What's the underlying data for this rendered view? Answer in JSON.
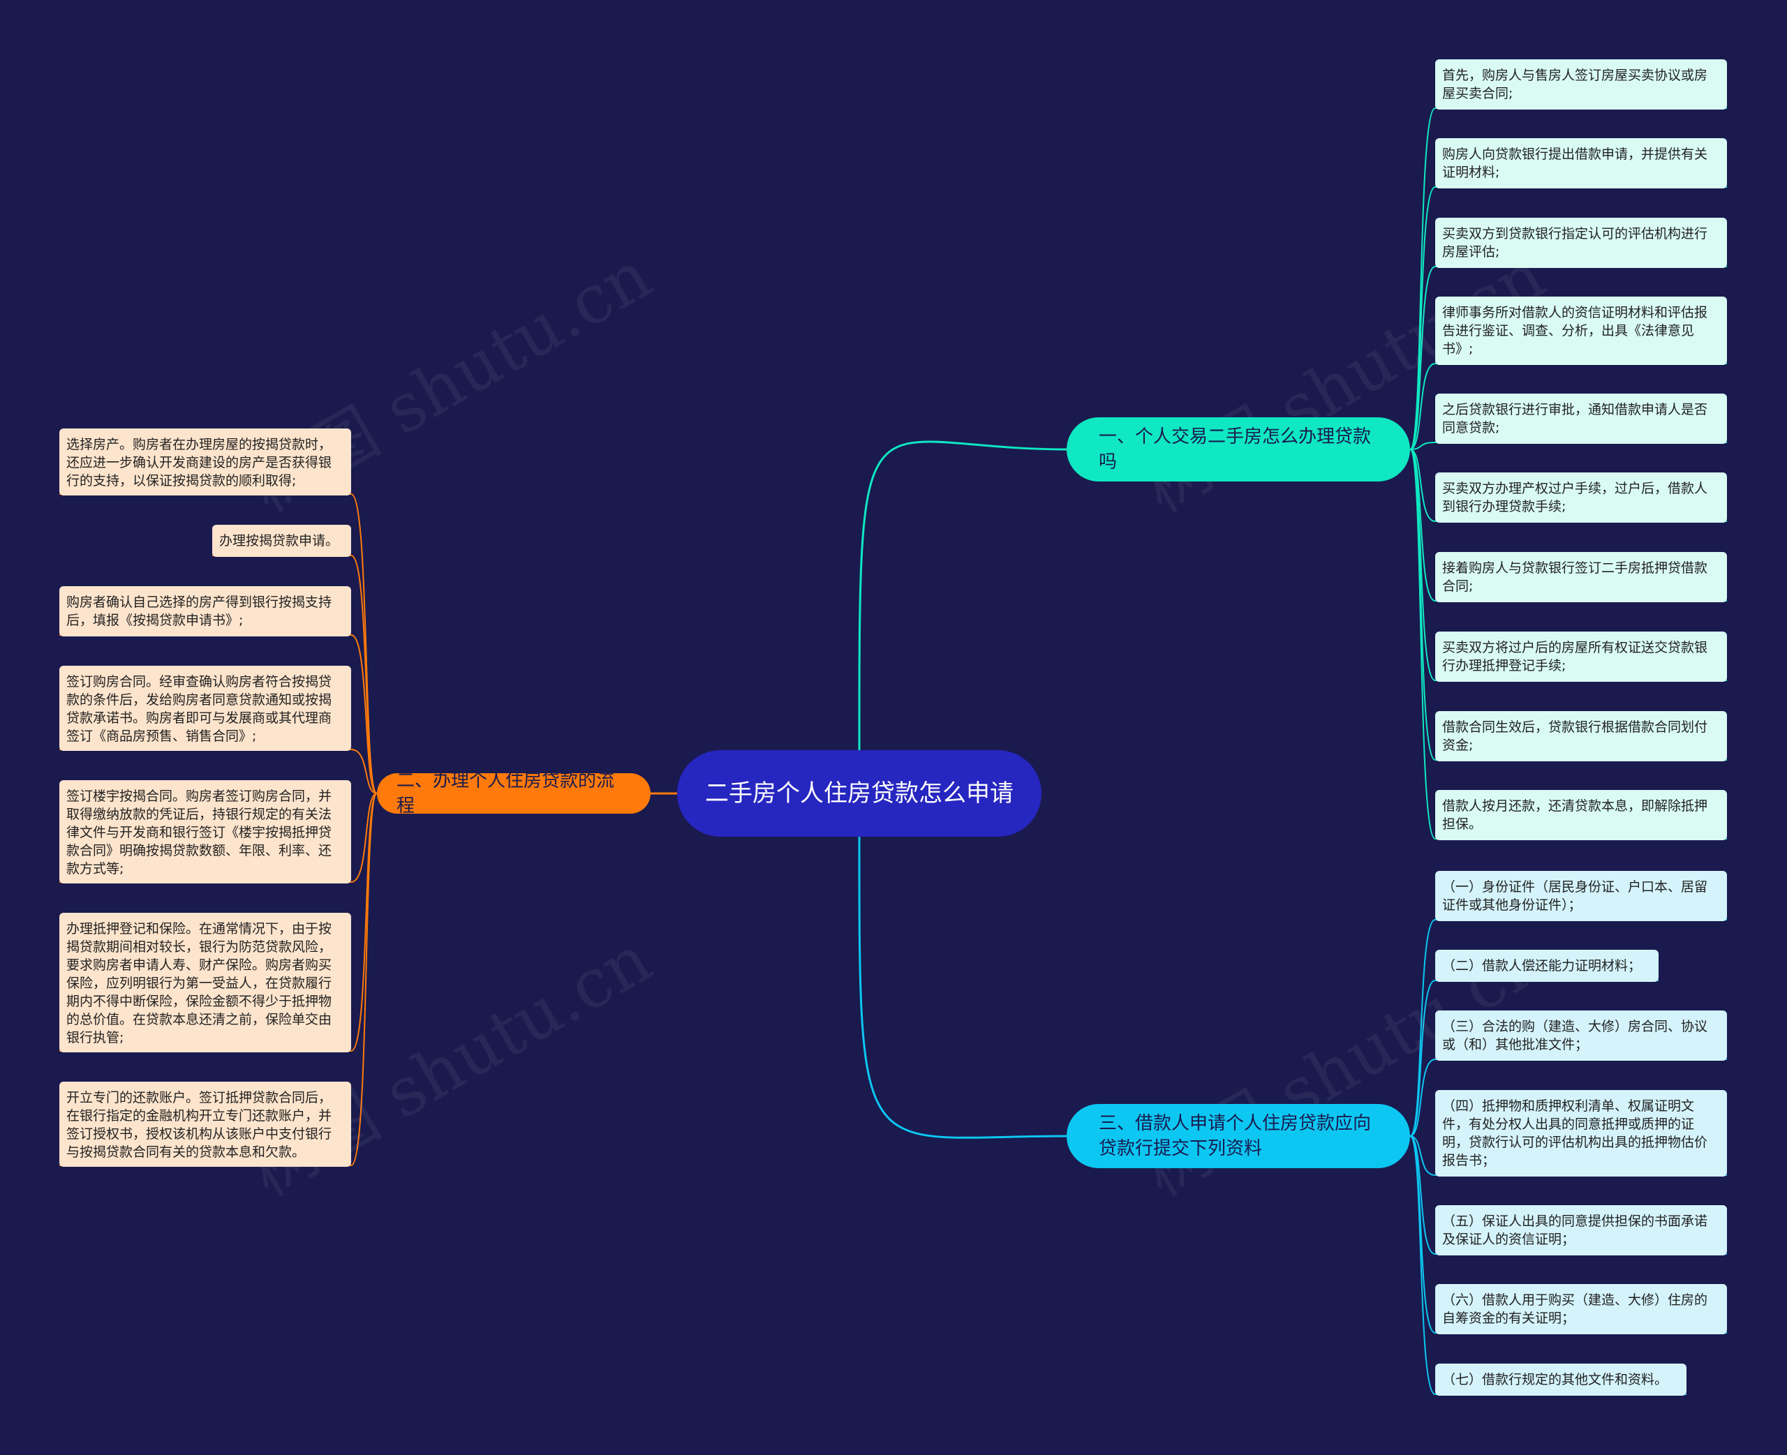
{
  "root": {
    "label": "二手房个人住房贷款怎么申请"
  },
  "branches": [
    {
      "label": "一、个人交易二手房怎么办理贷款吗",
      "color": "#0fe8c2",
      "items": [
        "首先，购房人与售房人签订房屋买卖协议或房屋买卖合同;",
        "购房人向贷款银行提出借款申请，并提供有关证明材料;",
        "买卖双方到贷款银行指定认可的评估机构进行房屋评估;",
        "律师事务所对借款人的资信证明材料和评估报告进行鉴证、调查、分析，出具《法律意见书》;",
        "之后贷款银行进行审批，通知借款申请人是否同意贷款;",
        "买卖双方办理产权过户手续，过户后，借款人到银行办理贷款手续;",
        "接着购房人与贷款银行签订二手房抵押贷借款合同;",
        "买卖双方将过户后的房屋所有权证送交贷款银行办理抵押登记手续;",
        "借款合同生效后，贷款银行根据借款合同划付资金;",
        "借款人按月还款，还清贷款本息，即解除抵押担保。"
      ]
    },
    {
      "label": "二、办理个人住房贷款的流程",
      "color": "#ff7a0a",
      "items": [
        "选择房产。购房者在办理房屋的按揭贷款时，还应进一步确认开发商建设的房产是否获得银行的支持，以保证按揭贷款的顺利取得;",
        "办理按揭贷款申请。",
        "购房者确认自己选择的房产得到银行按揭支持后，填报《按揭贷款申请书》;",
        "签订购房合同。经审查确认购房者符合按揭贷款的条件后，发给购房者同意贷款通知或按揭贷款承诺书。购房者即可与发展商或其代理商签订《商品房预售、销售合同》;",
        "签订楼宇按揭合同。购房者签订购房合同，并取得缴纳放款的凭证后，持银行规定的有关法律文件与开发商和银行签订《楼宇按揭抵押贷款合同》明确按揭贷款数额、年限、利率、还款方式等;",
        "办理抵押登记和保险。在通常情况下，由于按揭贷款期间相对较长，银行为防范贷款风险，要求购房者申请人寿、财产保险。购房者购买保险，应列明银行为第一受益人，在贷款履行期内不得中断保险，保险金额不得少于抵押物的总价值。在贷款本息还清之前，保险单交由银行执管;",
        "开立专门的还款账户。签订抵押贷款合同后，在银行指定的金融机构开立专门还款账户，并签订授权书，授权该机构从该账户中支付银行与按揭贷款合同有关的贷款本息和欠款。"
      ]
    },
    {
      "label": "三、借款人申请个人住房贷款应向贷款行提交下列资料",
      "color": "#0cc7f2",
      "items": [
        "（一）身份证件（居民身份证、户口本、居留证件或其他身份证件）；",
        "（二）借款人偿还能力证明材料；",
        "（三）合法的购（建造、大修）房合同、协议或（和）其他批准文件；",
        "（四）抵押物和质押权利清单、权属证明文件，有处分权人出具的同意抵押或质押的证明，贷款行认可的评估机构出具的抵押物估价报告书；",
        "（五）保证人出具的同意提供担保的书面承诺及保证人的资信证明；",
        "（六）借款人用于购买（建造、大修）住房的自筹资金的有关证明；",
        "（七）借款行规定的其他文件和资料。"
      ]
    }
  ],
  "watermark": "树图 shutu.cn"
}
